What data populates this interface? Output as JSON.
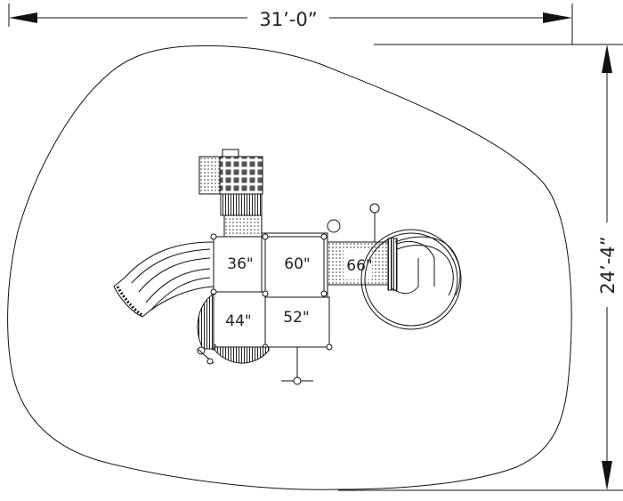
{
  "dimensions": {
    "width_label": "31’-0”",
    "depth_label": "24’-4”"
  },
  "decks": [
    {
      "label": "36\""
    },
    {
      "label": "60\""
    },
    {
      "label": "66\""
    },
    {
      "label": "44\""
    },
    {
      "label": "52\""
    }
  ],
  "colors": {
    "line": "#111111",
    "background": "#ffffff"
  }
}
